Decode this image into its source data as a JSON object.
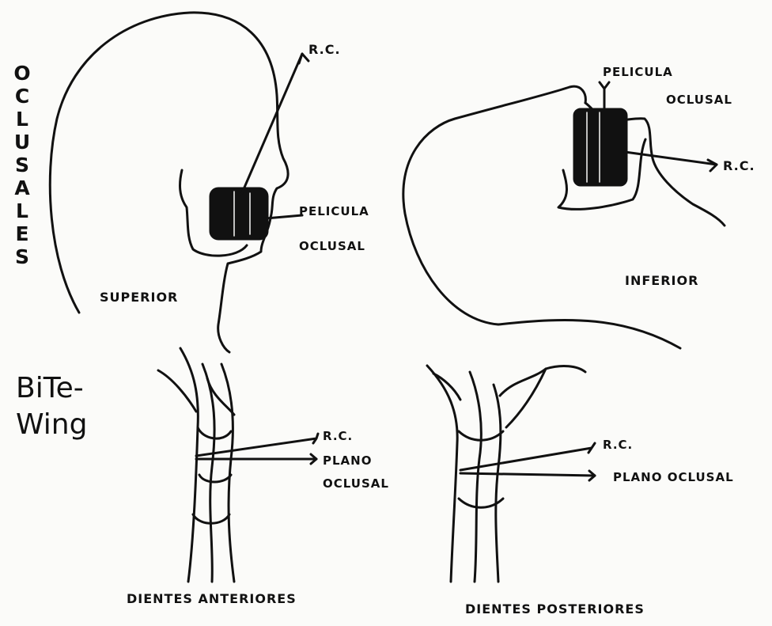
{
  "section_labels": {
    "oclusales": "OCLUSALES",
    "bite_wing_line1": "BiTe-",
    "bite_wing_line2": "Wing"
  },
  "panels": {
    "superior": {
      "caption": "SUPERIOR",
      "rc": "R.C.",
      "film_line1": "PELICULA",
      "film_line2": "OCLUSAL"
    },
    "inferior": {
      "caption": "INFERIOR",
      "rc": "R.C.",
      "film_line1": "PELICULA",
      "film_line2": "OCLUSAL"
    },
    "anteriores": {
      "caption": "DIENTES ANTERIORES",
      "rc": "R.C.",
      "plane_line1": "PLANO",
      "plane_line2": "OCLUSAL"
    },
    "posteriores": {
      "caption": "DIENTES POSTERIORES",
      "rc": "R.C.",
      "plane": "PLANO OCLUSAL"
    }
  },
  "colors": {
    "ink": "#111111",
    "paper": "#fbfbf9"
  }
}
